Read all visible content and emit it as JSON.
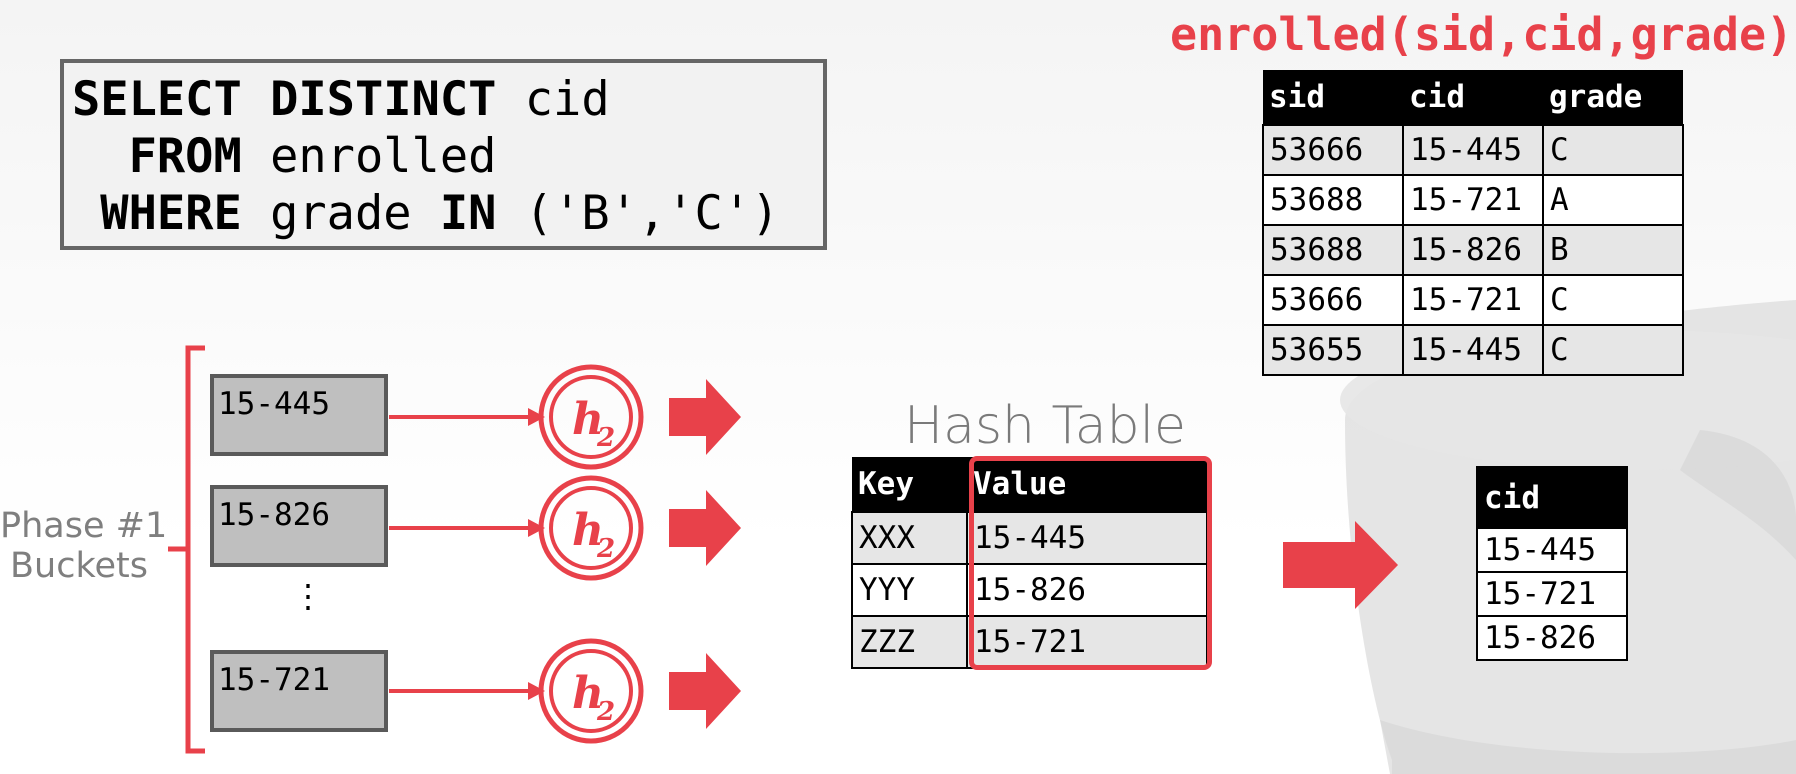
{
  "query": {
    "lines": [
      {
        "keyword": "SELECT DISTINCT",
        "rest": " cid",
        "pad": ""
      },
      {
        "keyword": "FROM",
        "rest": " enrolled",
        "pad": "  "
      },
      {
        "keyword": "WHERE",
        "rest": " grade ",
        "keyword2": "IN",
        "rest2": " ('B','C')",
        "pad": " "
      }
    ]
  },
  "enrolled": {
    "title": "enrolled(sid,cid,grade)",
    "columns": [
      "sid",
      "cid",
      "grade"
    ],
    "rows": [
      [
        "53666",
        "15-445",
        "C"
      ],
      [
        "53688",
        "15-721",
        "A"
      ],
      [
        "53688",
        "15-826",
        "B"
      ],
      [
        "53666",
        "15-721",
        "C"
      ],
      [
        "53655",
        "15-445",
        "C"
      ]
    ]
  },
  "phase": {
    "label_line1": "Phase #1",
    "label_line2": "Buckets"
  },
  "buckets": [
    "15-445",
    "15-826",
    "15-721"
  ],
  "ellipsis": "⋮",
  "hash_fn": {
    "base": "h",
    "sub": "2"
  },
  "hash_table": {
    "title": "Hash Table",
    "columns": [
      "Key",
      "Value"
    ],
    "rows": [
      [
        "XXX",
        "15-445"
      ],
      [
        "YYY",
        "15-826"
      ],
      [
        "ZZZ",
        "15-721"
      ]
    ]
  },
  "result": {
    "column": "cid",
    "rows": [
      "15-445",
      "15-721",
      "15-826"
    ]
  },
  "colors": {
    "accent": "#e8414a",
    "bucket_fill": "#bfbfbf",
    "bucket_border": "#5a5a5a",
    "label_gray": "#7f7f7f",
    "background_db_icon": "#d9d9d9"
  },
  "icons": {
    "background": "database-cylinder-icon",
    "arrows": "arrow-right-icon",
    "hash": "hash-function-circle-icon"
  }
}
